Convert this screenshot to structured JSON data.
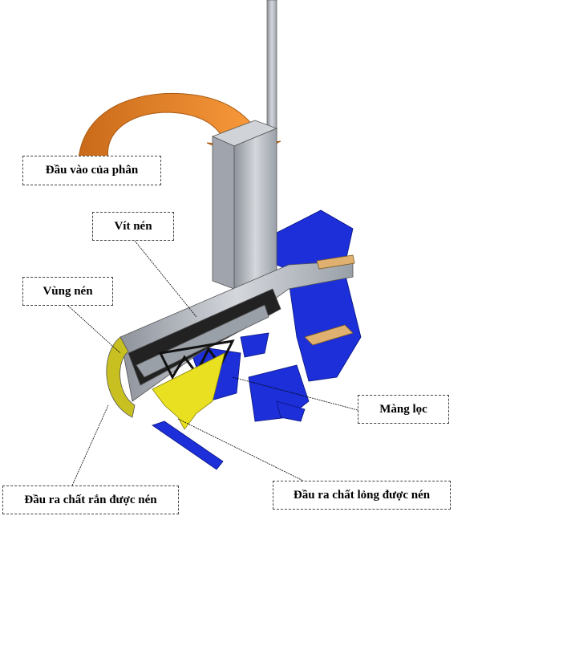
{
  "labels": {
    "inlet": "Đầu vào của phân",
    "screw": "Vít nén",
    "compression_zone": "Vùng nén",
    "filter_screen": "Màng lọc",
    "solid_outlet": "Đầu ra chất rắn được nén",
    "liquid_outlet": "Đầu ra chất lỏng được nén"
  },
  "colors": {
    "arrow": "#f08a28",
    "frame": "#1c2fd8",
    "body": "#b8bcc4",
    "outlet": "#e8e020"
  }
}
